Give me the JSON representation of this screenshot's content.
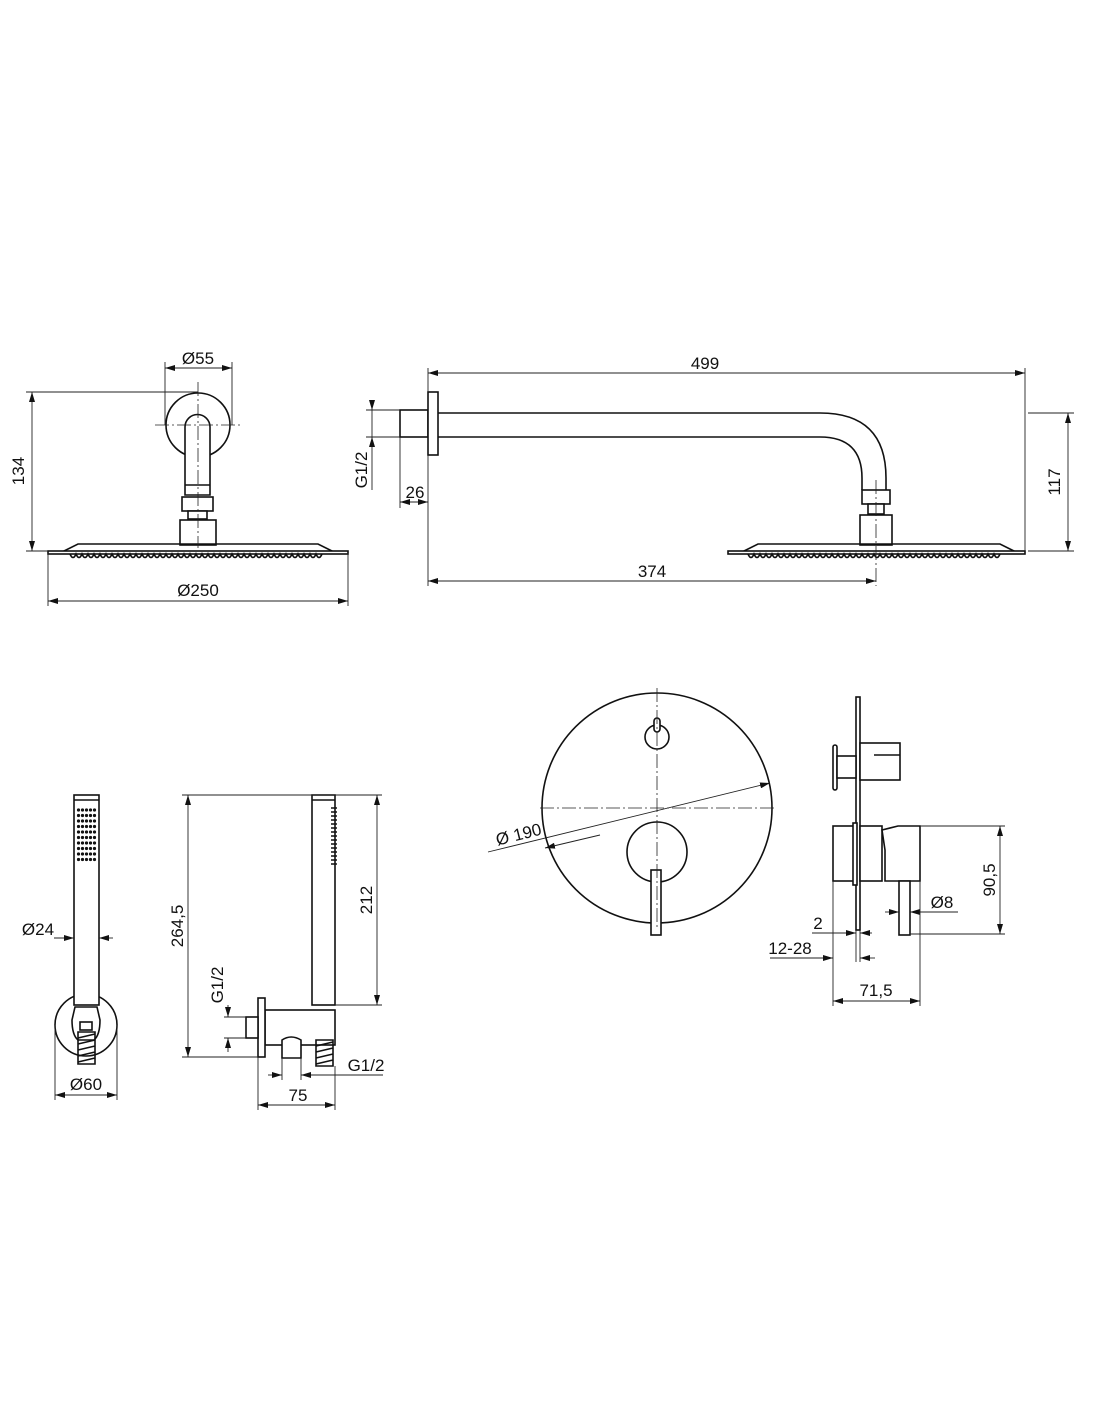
{
  "drawing": {
    "colors": {
      "line": "#111111",
      "background": "#ffffff"
    },
    "head_front_view": {
      "flange_diameter": "Ø55",
      "height": "134",
      "head_diameter": "Ø250"
    },
    "head_side_view": {
      "arm_length": "499",
      "thread": "G1/2",
      "stub_length": "26",
      "projection": "374",
      "drop_height": "117"
    },
    "hand_shower_front": {
      "handle_diameter": "Ø24",
      "holder_diameter": "Ø60"
    },
    "hand_shower_side": {
      "total_height": "264,5",
      "shower_length": "212",
      "inlet_thread": "G1/2",
      "outlet_thread": "G1/2",
      "depth": "75"
    },
    "mixer_front": {
      "plate_diameter": "Ø 190"
    },
    "mixer_side": {
      "height": "90,5",
      "lever_diameter": "Ø8",
      "plate_thickness": "2",
      "wall_range": "12-28",
      "depth": "71,5"
    }
  }
}
